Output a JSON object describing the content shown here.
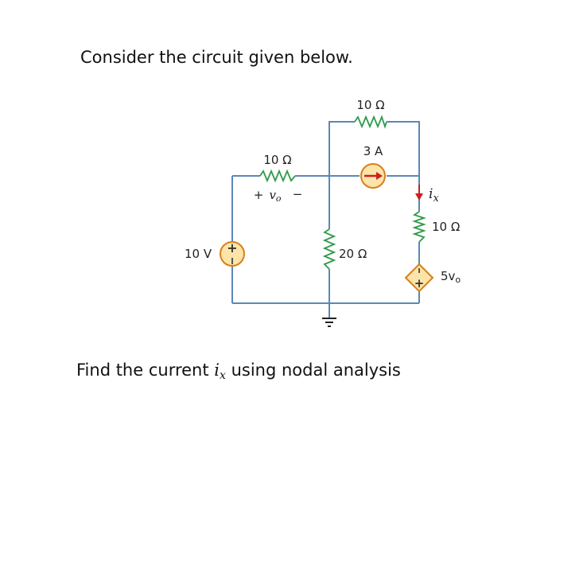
{
  "prompt": {
    "intro": "Consider the circuit given below.",
    "question_before": "Find the current ",
    "question_var": "i",
    "question_var_sub": "x",
    "question_after": " using nodal analysis"
  },
  "circuit": {
    "r_top": "10 Ω",
    "source_3a": "3 A",
    "r_left": "10 Ω",
    "vo_plus": "+",
    "vo_label": "v",
    "vo_sub": "o",
    "vo_minus": "−",
    "vsrc_10v": "10 V",
    "vsrc_plus": "+",
    "r_mid": "20 Ω",
    "ix_label": "i",
    "ix_sub": "x",
    "r_right": "10 Ω",
    "dep_plus": "+",
    "dep_label": "5v",
    "dep_sub": "o"
  },
  "colors": {
    "wire": "#5b87b8",
    "source_fill": "#fde4a8",
    "source_stroke": "#d97f1a",
    "arrow_red": "#cc1f1f"
  }
}
